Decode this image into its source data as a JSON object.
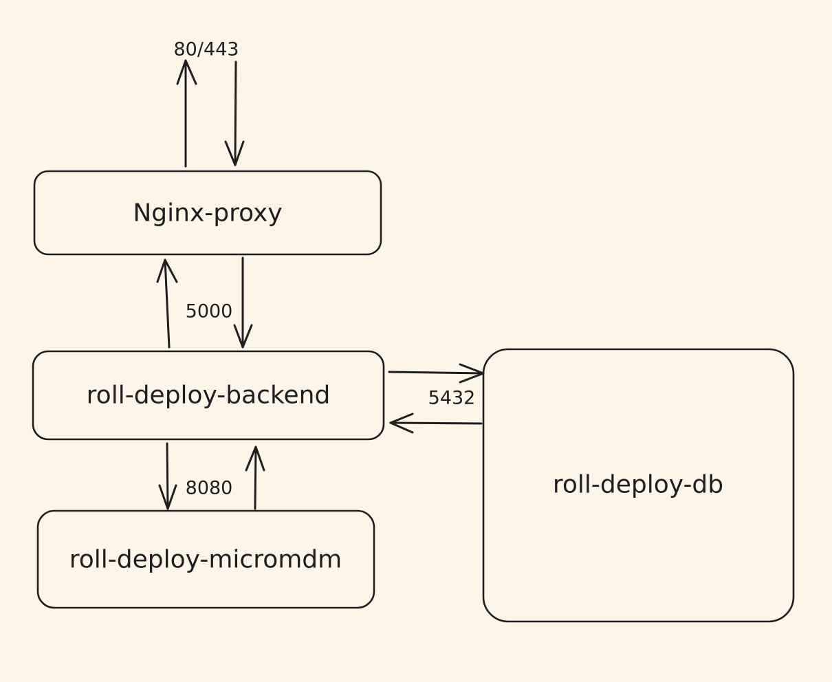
{
  "nodes": {
    "nginx_proxy": "Nginx-proxy",
    "backend": "roll-deploy-backend",
    "micromdm": "roll-deploy-micromdm",
    "db": "roll-deploy-db"
  },
  "ports": {
    "external": "80/443",
    "backend": "5000",
    "micromdm": "8080",
    "db": "5432"
  },
  "colors": {
    "background": "#fdf5e8",
    "stroke": "#1e1e1e"
  }
}
